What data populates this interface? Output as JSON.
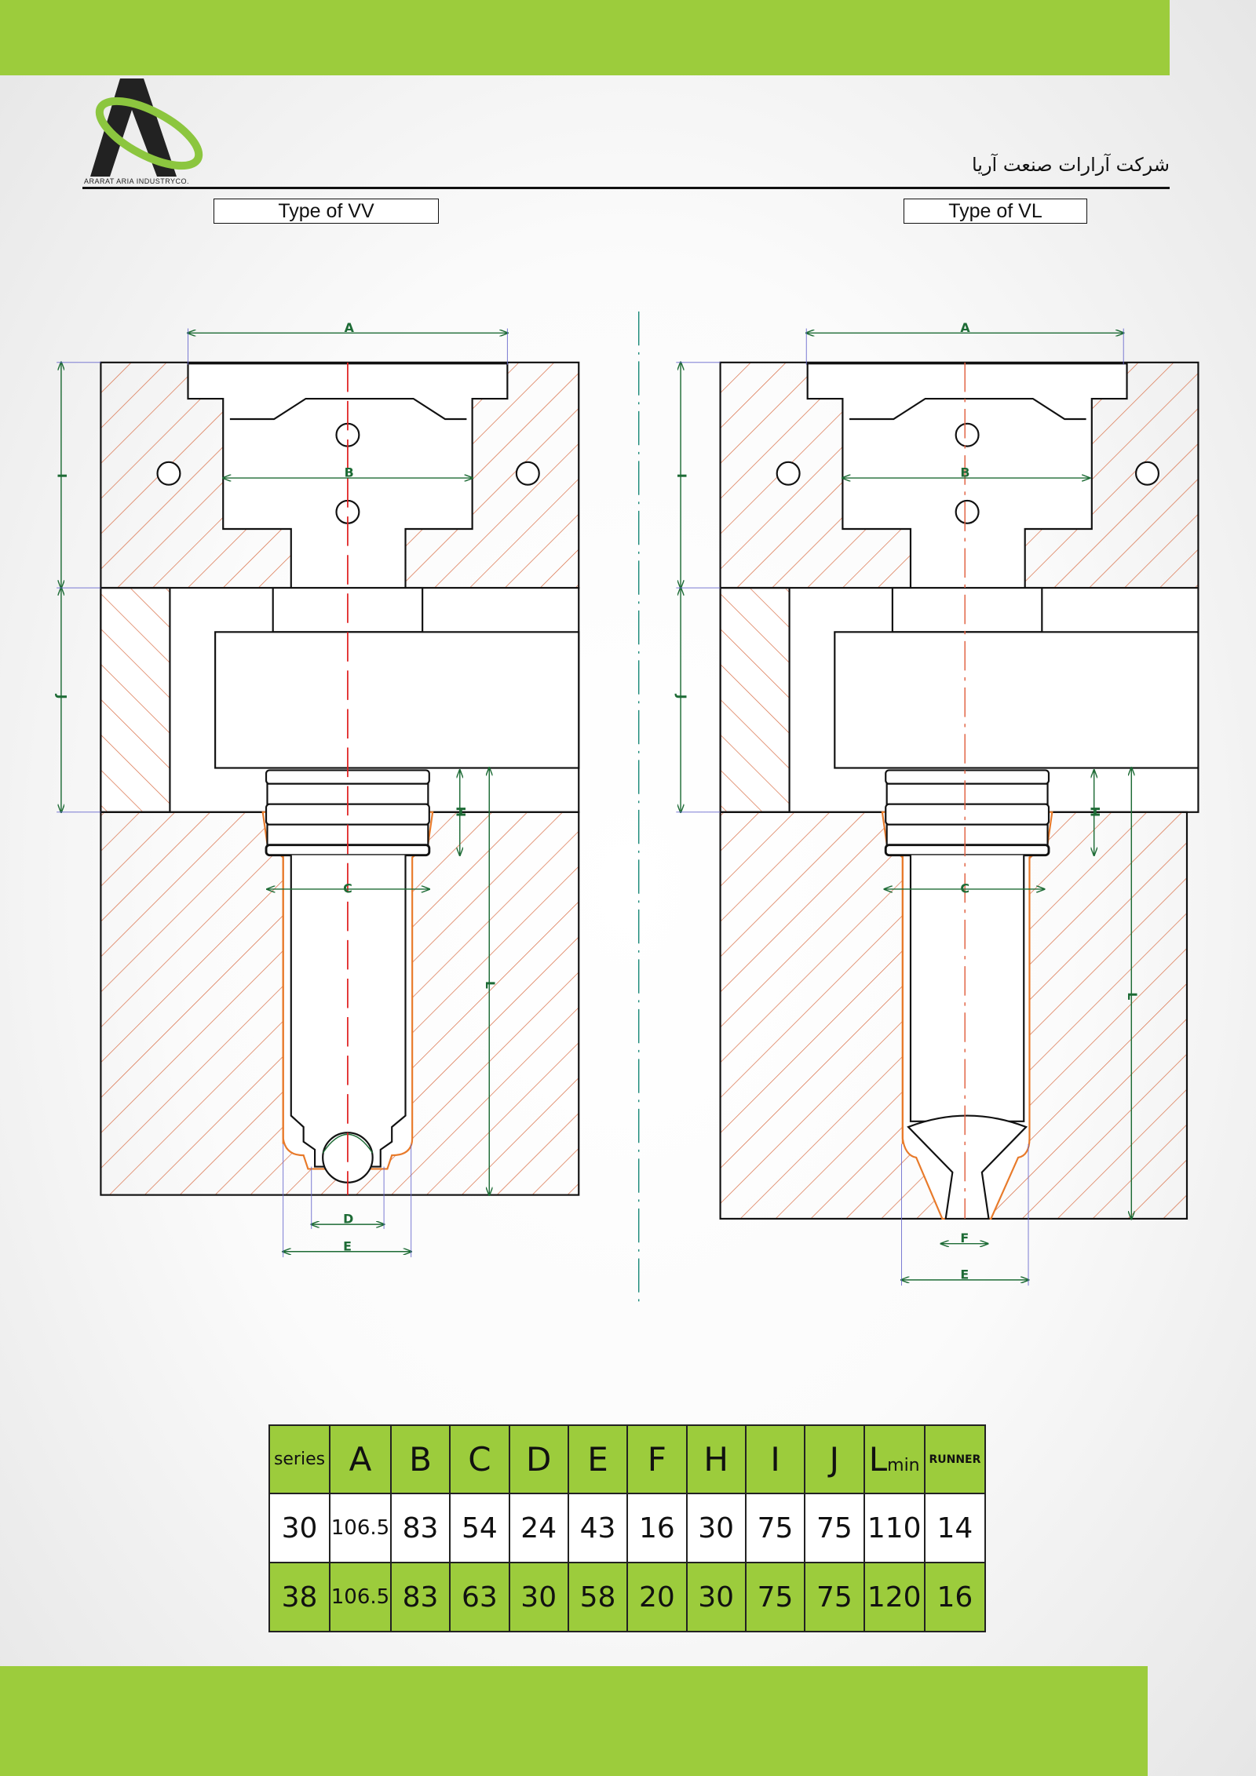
{
  "colors": {
    "brand_green": "#9ccc3c",
    "hatch": "#d9714a",
    "dimension": "#1d6b35",
    "centerline": "#e02020"
  },
  "header": {
    "logo_text": "ARARAT ARIA INDUSTRYCO.",
    "company_name": "شرکت آرارات صنعت آریا"
  },
  "drawings": {
    "vv": {
      "title": "Type of VV",
      "labels": {
        "A": "A",
        "B": "B",
        "C": "C",
        "D": "D",
        "E": "E",
        "H": "H",
        "I": "I",
        "J": "J",
        "L": "L"
      }
    },
    "vl": {
      "title": "Type of VL",
      "labels": {
        "A": "A",
        "B": "B",
        "C": "C",
        "E": "E",
        "F": "F",
        "H": "H",
        "I": "I",
        "J": "J",
        "L": "L"
      }
    }
  },
  "table": {
    "headers": [
      "series",
      "A",
      "B",
      "C",
      "D",
      "E",
      "F",
      "H",
      "I",
      "J",
      "L",
      "RUNNER"
    ],
    "header_sub": "min",
    "rows": [
      [
        "30",
        "106.5",
        "83",
        "54",
        "24",
        "43",
        "16",
        "30",
        "75",
        "75",
        "110",
        "14"
      ],
      [
        "38",
        "106.5",
        "83",
        "63",
        "30",
        "58",
        "20",
        "30",
        "75",
        "75",
        "120",
        "16"
      ]
    ]
  }
}
